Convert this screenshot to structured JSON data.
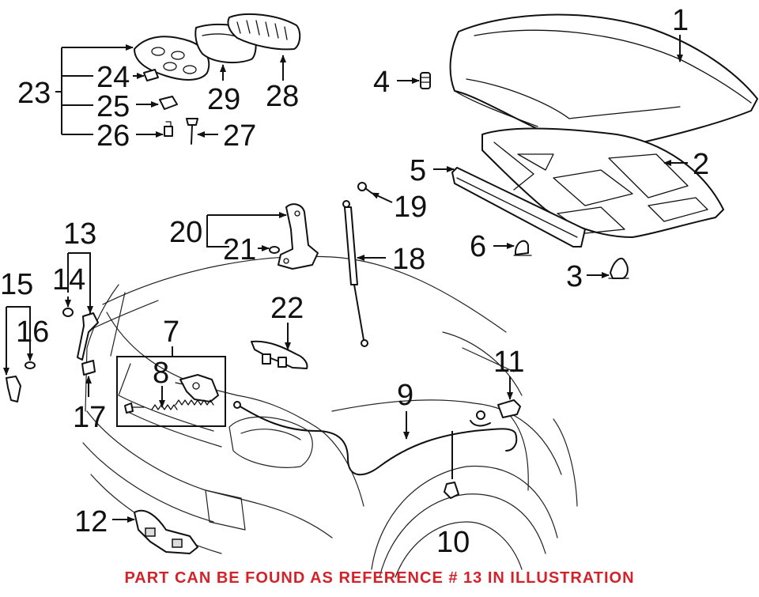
{
  "notice": {
    "text": "PART CAN BE FOUND AS REFERENCE # 13 IN ILLUSTRATION",
    "color": "#d2232a"
  },
  "callouts": [
    {
      "id": "1",
      "label": "1"
    },
    {
      "id": "2",
      "label": "2"
    },
    {
      "id": "3",
      "label": "3"
    },
    {
      "id": "4",
      "label": "4"
    },
    {
      "id": "5",
      "label": "5"
    },
    {
      "id": "6",
      "label": "6"
    },
    {
      "id": "7",
      "label": "7"
    },
    {
      "id": "8",
      "label": "8"
    },
    {
      "id": "9",
      "label": "9"
    },
    {
      "id": "10",
      "label": "10"
    },
    {
      "id": "11",
      "label": "11"
    },
    {
      "id": "12",
      "label": "12"
    },
    {
      "id": "13",
      "label": "13"
    },
    {
      "id": "14",
      "label": "14"
    },
    {
      "id": "15",
      "label": "15"
    },
    {
      "id": "16",
      "label": "16"
    },
    {
      "id": "17",
      "label": "17"
    },
    {
      "id": "18",
      "label": "18"
    },
    {
      "id": "19",
      "label": "19"
    },
    {
      "id": "20",
      "label": "20"
    },
    {
      "id": "21",
      "label": "21"
    },
    {
      "id": "22",
      "label": "22"
    },
    {
      "id": "23",
      "label": "23"
    },
    {
      "id": "24",
      "label": "24"
    },
    {
      "id": "25",
      "label": "25"
    },
    {
      "id": "26",
      "label": "26"
    },
    {
      "id": "27",
      "label": "27"
    },
    {
      "id": "28",
      "label": "28"
    },
    {
      "id": "29",
      "label": "29"
    }
  ]
}
